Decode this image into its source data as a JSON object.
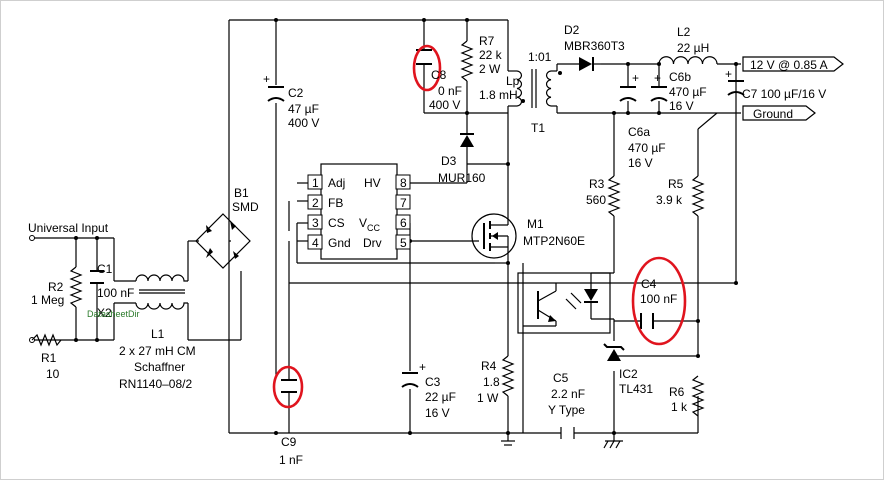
{
  "texts": {
    "universal_input": "Universal Input",
    "r2": "R2",
    "r2v": "1 Meg",
    "c1": "C1",
    "c1v": "100 nF",
    "x2": "X2",
    "watermark": "DatasheetDir",
    "r1": "R1",
    "r1v": "10",
    "l1": "L1",
    "l1v": "2 x 27 mH CM",
    "l1m": "Schaffner",
    "l1p": "RN1140–08/2",
    "b1": "B1",
    "b1v": "SMD",
    "c2": "C2",
    "c2v1": "47 µF",
    "c2v2": "400 V",
    "c9": "C9",
    "c9v": "1 nF",
    "c8": "C8",
    "c8v": "0 nF",
    "c8v2": "400 V",
    "r7": "R7",
    "r7v1": "22 k",
    "r7v2": "2 W",
    "lp": "Lp",
    "lpv": "1.8 mH",
    "ratio": "1:01",
    "t1": "T1",
    "d3": "D3",
    "d3v": "MUR160",
    "d2": "D2",
    "d2v": "MBR360T3",
    "l2": "L2",
    "l2v": "22 µH",
    "c6b": "C6b",
    "c6bv1": "470 µF",
    "c6bv2": "16 V",
    "c7": "C7 100 µF/16 V",
    "out12": "12 V @ 0.85 A",
    "ground": "Ground",
    "c6a": "C6a",
    "c6av1": "470 µF",
    "c6av2": "16 V",
    "r3": "R3",
    "r3v": "560",
    "r5": "R5",
    "r5v": "3.9 k",
    "c4": "C4",
    "c4v": "100 nF",
    "ic2": "IC2",
    "ic2v": "TL431",
    "r6": "R6",
    "r6v": "1 k",
    "c5": "C5",
    "c5v1": "2.2 nF",
    "c5v2": "Y Type",
    "c3": "C3",
    "c3v1": "22 µF",
    "c3v2": "16 V",
    "r4": "R4",
    "r4v1": "1.8",
    "r4v2": "1 W",
    "m1": "M1",
    "m1v": "MTP2N60E",
    "plus": "+"
  },
  "ic": {
    "pins": [
      "1",
      "2",
      "3",
      "4",
      "8",
      "7",
      "6",
      "5"
    ],
    "left_labels": [
      "Adj",
      "FB",
      "CS",
      "Gnd"
    ],
    "right_labels": [
      "HV",
      "",
      "V",
      "Drv"
    ],
    "vcc_sub": "CC"
  },
  "highlight_color": "#e0141e"
}
